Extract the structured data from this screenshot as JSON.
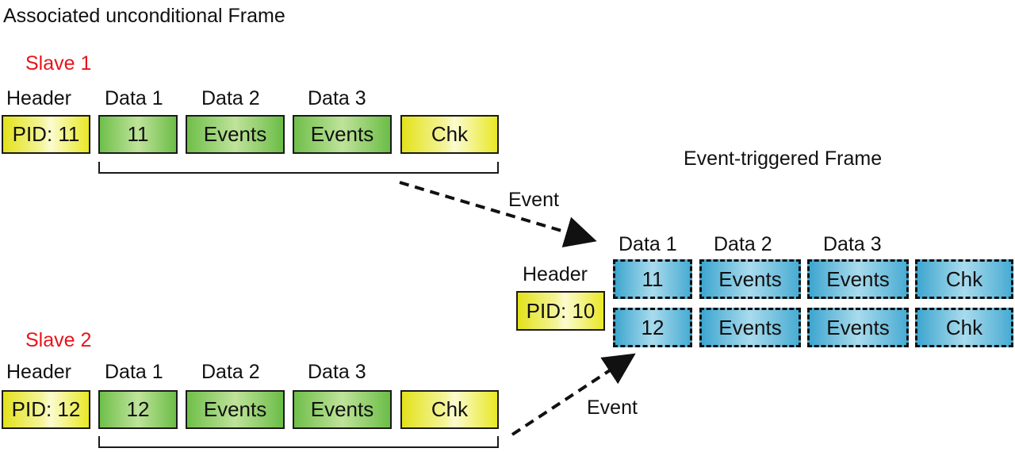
{
  "title": "Associated unconditional Frame",
  "event_frame_title": "Event-triggered Frame",
  "slaves": [
    {
      "name": "Slave 1",
      "labels": [
        "Header",
        "Data 1",
        "Data 2",
        "Data 3"
      ],
      "fields": [
        {
          "value": "PID: 11",
          "color": "yellow"
        },
        {
          "value": "11",
          "color": "green"
        },
        {
          "value": "Events",
          "color": "green"
        },
        {
          "value": "Events",
          "color": "green"
        },
        {
          "value": "Chk",
          "color": "yellow"
        }
      ],
      "arrow_label": "Event"
    },
    {
      "name": "Slave 2",
      "labels": [
        "Header",
        "Data 1",
        "Data 2",
        "Data 3"
      ],
      "fields": [
        {
          "value": "PID: 12",
          "color": "yellow"
        },
        {
          "value": "12",
          "color": "green"
        },
        {
          "value": "Events",
          "color": "green"
        },
        {
          "value": "Events",
          "color": "green"
        },
        {
          "value": "Chk",
          "color": "yellow"
        }
      ],
      "arrow_label": "Event"
    }
  ],
  "event_frame": {
    "header_label": "Header",
    "header_value": "PID: 10",
    "labels": [
      "Data 1",
      "Data 2",
      "Data 3"
    ],
    "rows": [
      [
        "11",
        "Events",
        "Events",
        "Chk"
      ],
      [
        "12",
        "Events",
        "Events",
        "Chk"
      ]
    ]
  },
  "colors": {
    "slave_label": "#e8141b",
    "header_checksum": "#e9e826",
    "unconditional_data": "#6fbf4a",
    "event_triggered": "#3ea6cf"
  }
}
